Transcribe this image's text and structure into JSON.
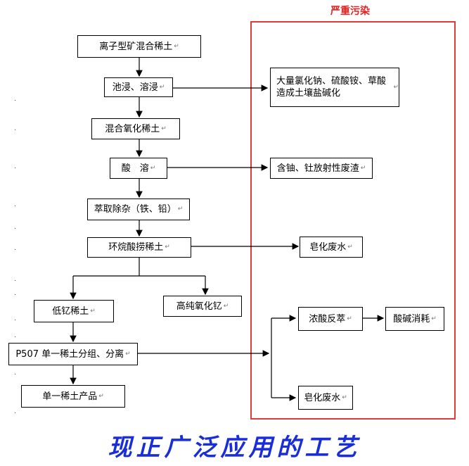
{
  "pollution_label": "严重污染",
  "bottom_title": "现正广泛应用的工艺",
  "para_mark": "↵",
  "nodes": {
    "ore": "离子型矿混合稀土",
    "leach": "池浸、溶浸",
    "mixed_oxide": "混合氧化稀土",
    "acid_dissolve": "酸　溶",
    "extract": "萃取除杂（铁、铅）",
    "naphthenic": "环烷酸捞稀土",
    "low_y": "低钇稀土",
    "high_y": "高纯氧化钇",
    "p507": "P507 单一稀土分组、分离",
    "single_product": "单一稀土产品",
    "salt_pollution": "大量氯化钠、硫酸铵、草酸造成土壤盐碱化",
    "radioactive": "含铀、钍放射性废渣",
    "soap_water_1": "皂化废水",
    "conc_acid": "浓酸反萃",
    "acid_base": "酸碱消耗",
    "soap_water_2": "皂化废水"
  },
  "colors": {
    "frame": "#e23a3a",
    "title_blue": "#1a2ed8",
    "label_red": "#e12020",
    "line": "#000000"
  }
}
